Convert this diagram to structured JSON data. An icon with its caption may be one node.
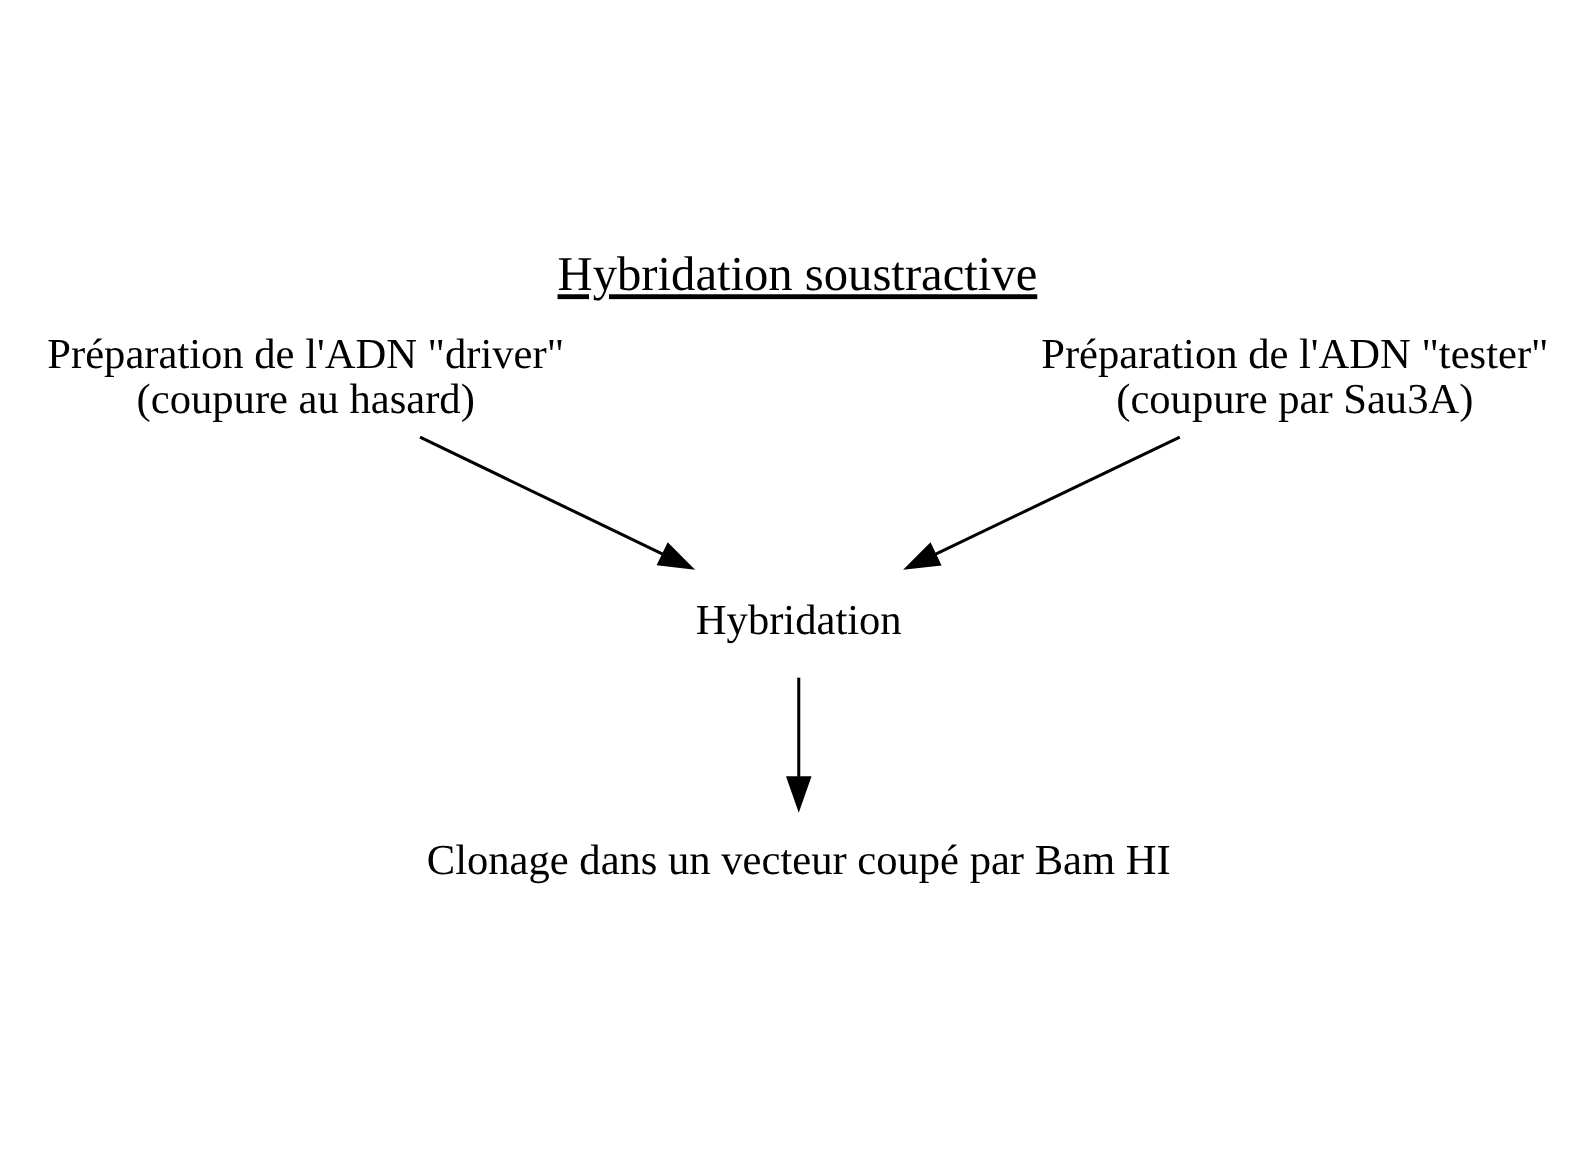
{
  "diagram": {
    "title": "Hybridation soustractive",
    "nodes": [
      {
        "text": [
          "Préparation de l'ADN \"driver\"",
          "(coupure au hasard)"
        ]
      },
      {
        "text": [
          "Préparation de l'ADN \"tester\"",
          "(coupure par Sau3A)"
        ]
      },
      {
        "text": [
          "Hybridation"
        ]
      },
      {
        "text": [
          "Clonage dans un vecteur coupé par Bam HI"
        ]
      }
    ],
    "edges": [
      {
        "from": 0,
        "to": 2,
        "arrow": "to"
      },
      {
        "from": 1,
        "to": 2,
        "arrow": "to"
      },
      {
        "from": 2,
        "to": 3,
        "arrow": "to"
      }
    ]
  }
}
